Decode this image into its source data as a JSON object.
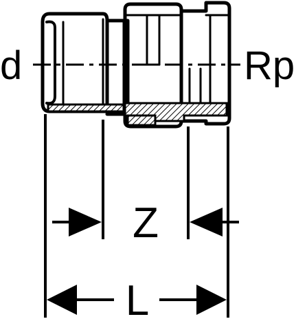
{
  "labels": {
    "left_end": "d",
    "right_end": "Rp",
    "inner_dimension": "Z",
    "overall_dimension": "L"
  },
  "colors": {
    "ink": "#000000",
    "paper": "#ffffff"
  }
}
